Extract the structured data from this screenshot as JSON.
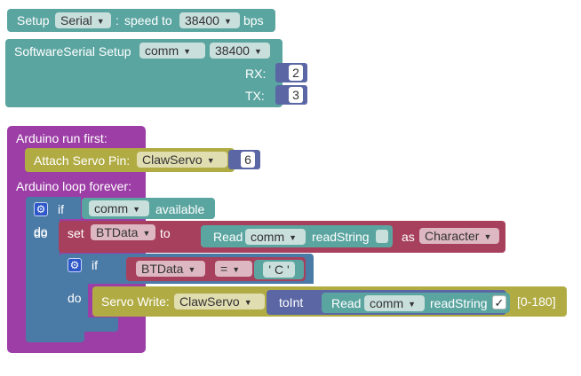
{
  "serial_setup": {
    "label": "Setup",
    "port": "Serial",
    "colon": ":",
    "speed_label": "speed to",
    "speed": "38400",
    "unit": "bps"
  },
  "software_serial": {
    "label": "SoftwareSerial Setup",
    "name": "comm",
    "speed": "38400",
    "rx_label": "RX:",
    "rx_value": "2",
    "tx_label": "TX:",
    "tx_value": "3"
  },
  "run_first": {
    "label": "Arduino run first:",
    "attach_label": "Attach Servo Pin:",
    "servo": "ClawServo",
    "pin": "6"
  },
  "loop": {
    "label": "Arduino loop forever:",
    "if1": {
      "if_label": "if",
      "do_label": "do",
      "serial": "comm",
      "available": "available"
    },
    "set": {
      "set_label": "set",
      "var": "BTData",
      "to_label": "to",
      "read_label": "Read",
      "serial": "comm",
      "read_string": "readString",
      "as_label": "as",
      "type": "Character"
    },
    "if2": {
      "if_label": "if",
      "do_label": "do",
      "var": "BTData",
      "op": "=",
      "char": "' C '"
    },
    "servo_write": {
      "label": "Servo Write:",
      "servo": "ClawServo",
      "toint": "toInt",
      "read_label": "Read",
      "serial": "comm",
      "read_string": "readString",
      "check": "✓",
      "range": "[0-180]"
    }
  },
  "colors": {
    "teal": "#5ba5a0",
    "purple": "#9c3ea6",
    "olive": "#b1ab43",
    "steelblue": "#4a7aa6",
    "maroon": "#a7405d",
    "indigo": "#5b67a5"
  }
}
